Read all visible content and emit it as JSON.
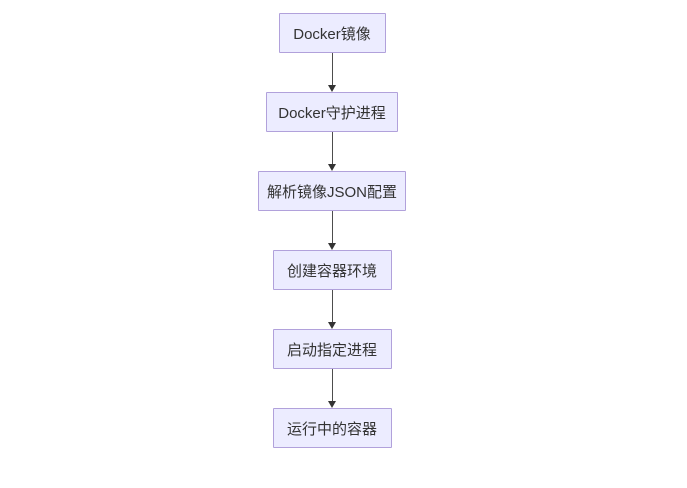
{
  "diagram": {
    "type": "flowchart",
    "direction": "top-down",
    "background": "#FFFFFF",
    "nodes": [
      {
        "id": "docker-image",
        "label": "Docker镜像"
      },
      {
        "id": "docker-daemon",
        "label": "Docker守护进程"
      },
      {
        "id": "parse-json-config",
        "label": "解析镜像JSON配置"
      },
      {
        "id": "create-container-env",
        "label": "创建容器环境"
      },
      {
        "id": "start-process",
        "label": "启动指定进程"
      },
      {
        "id": "running-container",
        "label": "运行中的容器"
      }
    ],
    "edges": [
      {
        "from": "Docker镜像",
        "to": "Docker守护进程",
        "arrow": "down"
      },
      {
        "from": "Docker守护进程",
        "to": "解析镜像JSON配置",
        "arrow": "down"
      },
      {
        "from": "解析镜像JSON配置",
        "to": "创建容器环境",
        "arrow": "down"
      },
      {
        "from": "创建容器环境",
        "to": "启动指定进程",
        "arrow": "down"
      },
      {
        "from": "启动指定进程",
        "to": "运行中的容器",
        "arrow": "down"
      }
    ],
    "colors": {
      "node_fill": "#ECECFF",
      "node_border": "#B1A1DB",
      "node_text": "#333333",
      "edge_line": "#4D4D4D",
      "arrowhead": "#333333"
    }
  }
}
